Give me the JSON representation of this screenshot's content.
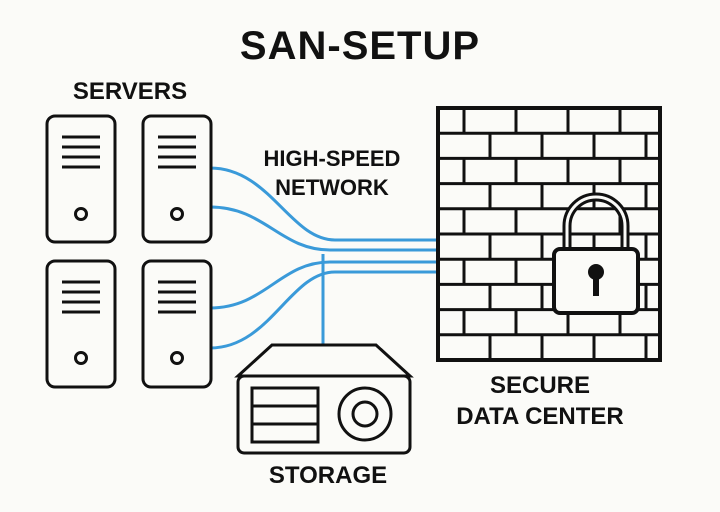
{
  "title": "SAN-SETUP",
  "servers": {
    "label": "SERVERS",
    "count": 4
  },
  "network": {
    "line1": "HIGH-SPEED",
    "line2": "NETWORK",
    "color": "#3a9ad9"
  },
  "data_center": {
    "line1": "SECURE",
    "line2": "DATA CENTER",
    "icon": "padlock-icon"
  },
  "storage": {
    "label": "STORAGE"
  },
  "colors": {
    "stroke": "#111111",
    "background": "#fbfbf8",
    "network": "#3a9ad9"
  }
}
